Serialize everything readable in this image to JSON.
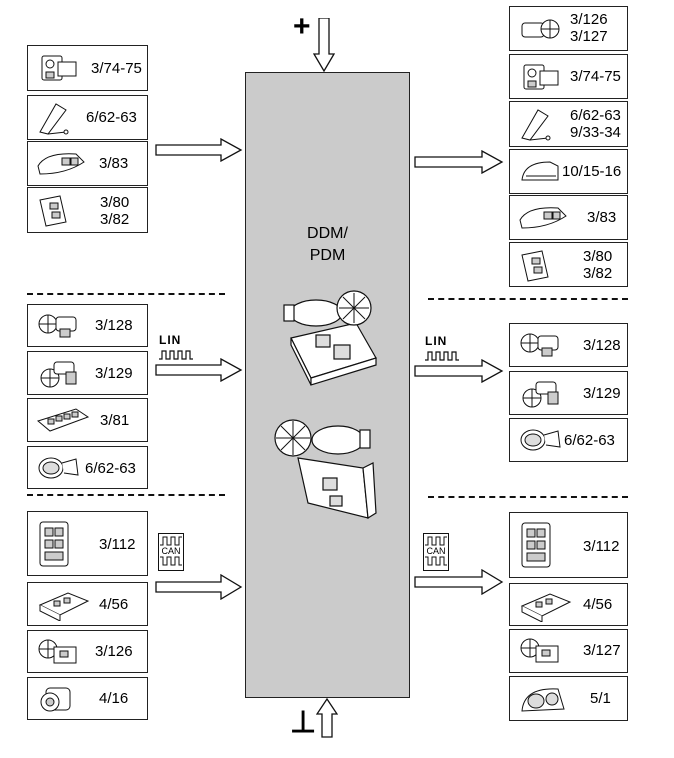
{
  "module": {
    "title_line1": "DDM/",
    "title_line2": "PDM"
  },
  "power": {
    "plus": "+",
    "ground": "⊥"
  },
  "bus": {
    "lin_label": "LIN",
    "can_label": "CAN"
  },
  "left": {
    "hardwired": [
      {
        "label": "3/74-75",
        "icon": "lock-actuator-icon"
      },
      {
        "label": "6/62-63",
        "icon": "mirror-icon"
      },
      {
        "label": "3/83",
        "icon": "window-switch-icon"
      },
      {
        "label": "3/80\n3/82",
        "icon": "switch-module-icon"
      }
    ],
    "lin": [
      {
        "label": "3/128",
        "icon": "window-motor-icon"
      },
      {
        "label": "3/129",
        "icon": "window-motor-icon"
      },
      {
        "label": "3/81",
        "icon": "driver-switch-panel-icon"
      },
      {
        "label": "6/62-63",
        "icon": "mirror-glass-icon"
      }
    ],
    "can": [
      {
        "label": "3/112",
        "icon": "control-module-icon"
      },
      {
        "label": "4/56",
        "icon": "electronic-unit-icon"
      },
      {
        "label": "3/126",
        "icon": "motor-module-icon"
      },
      {
        "label": "4/16",
        "icon": "camera-icon"
      }
    ]
  },
  "right": {
    "hardwired": [
      {
        "label": "3/126\n3/127",
        "icon": "motor-module-icon"
      },
      {
        "label": "3/74-75",
        "icon": "lock-actuator-icon"
      },
      {
        "label": "6/62-63\n9/33-34",
        "icon": "mirror-icon"
      },
      {
        "label": "10/15-16",
        "icon": "mirror-lamp-icon"
      },
      {
        "label": "3/83",
        "icon": "window-switch-icon"
      },
      {
        "label": "3/80\n3/82",
        "icon": "switch-module-icon"
      }
    ],
    "lin": [
      {
        "label": "3/128",
        "icon": "window-motor-icon"
      },
      {
        "label": "3/129",
        "icon": "window-motor-icon"
      },
      {
        "label": "6/62-63",
        "icon": "mirror-glass-icon"
      }
    ],
    "can": [
      {
        "label": "3/112",
        "icon": "control-module-icon"
      },
      {
        "label": "4/56",
        "icon": "electronic-unit-icon"
      },
      {
        "label": "3/127",
        "icon": "motor-module-icon"
      },
      {
        "label": "5/1",
        "icon": "instrument-cluster-icon"
      }
    ]
  }
}
